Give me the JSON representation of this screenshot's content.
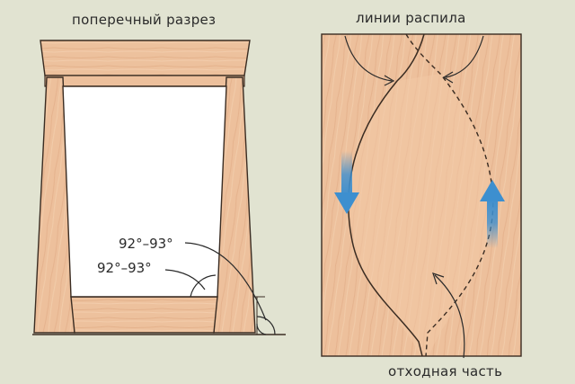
{
  "cross_section": {
    "title": "поперечный разрез",
    "angle_top": "92°–93°",
    "angle_bottom": "92°–93°"
  },
  "saw_lines": {
    "title": "линии распила",
    "waste_label": "отходная часть"
  },
  "colors": {
    "background": "#e1e3d1",
    "wood": "#edc09c",
    "wood_dark": "#c99472",
    "outline": "#3a2c22",
    "arrow": "#3d8fcf"
  }
}
